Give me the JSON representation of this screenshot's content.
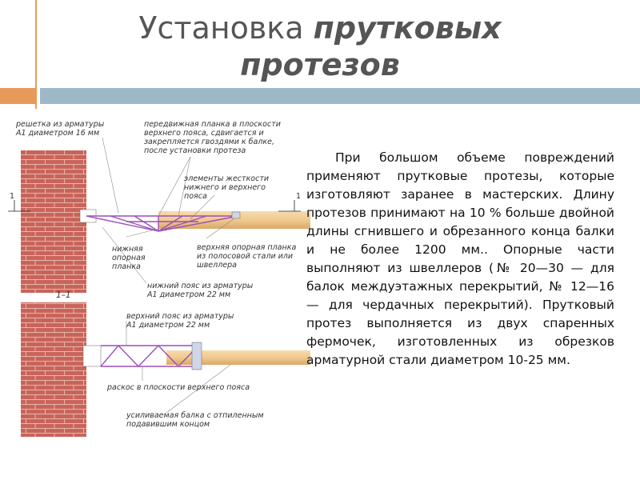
{
  "slide": {
    "title_plain": "Установка",
    "title_bold_1": "прутковых",
    "title_bold_2": "протезов",
    "body": "При большом объеме повреждений применяют прутковые протезы, которые изготовляют заранее в мастерских. Длину протезов принимают на 10 % больше двойной длины сгнившего и обрезанного конца балки и не более 1200 мм.. Опорные части выполняют из швеллеров (№ 20—30 — для балок междуэтажных перекрытий, № 12—16 — для чердачных перекрытий). Прутковый протез выполняется из двух спаренных фермочек, изготовленных из обрезков арматурной стали диаметром 10-25 мм."
  },
  "figure": {
    "labels": {
      "rebar_grid_1": "решетка из арматуры",
      "rebar_grid_2": "А1 диаметром 16 мм",
      "moving_plank_1": "передвижная планка в плоскости",
      "moving_plank_2": "верхнего пояса, сдвигается и",
      "moving_plank_3": "закрепляется гвоздями к балке,",
      "moving_plank_4": "после установки протеза",
      "stiffness_1": "элементы жесткости",
      "stiffness_2": "нижнего и верхнего",
      "stiffness_3": "пояса",
      "section_mark_left": "1",
      "section_mark_right": "1",
      "lower_plate_1": "нижняя",
      "lower_plate_2": "опорная",
      "lower_plate_3": "планка",
      "upper_plate_1": "верхняя опорная планка",
      "upper_plate_2": "из полосовой стали или",
      "upper_plate_3": "швеллера",
      "lower_chord_1": "нижний пояс из арматуры",
      "lower_chord_2": "А1 диаметром 22 мм",
      "section_title": "1–1",
      "upper_chord_1": "верхний пояс из арматуры",
      "upper_chord_2": "А1 диаметром 22 мм",
      "brace": "раскос в плоскости верхнего пояса",
      "beam_1": "усиливаемая балка с отпиленным",
      "beam_2": "подавившим концом"
    },
    "colors": {
      "brick": "#c9645a",
      "mortar": "#e8b5ad",
      "beam": "#f0c98e",
      "truss": "#9b4fb8",
      "accent": "#e89a5a",
      "bar": "#9fb8c7"
    }
  }
}
